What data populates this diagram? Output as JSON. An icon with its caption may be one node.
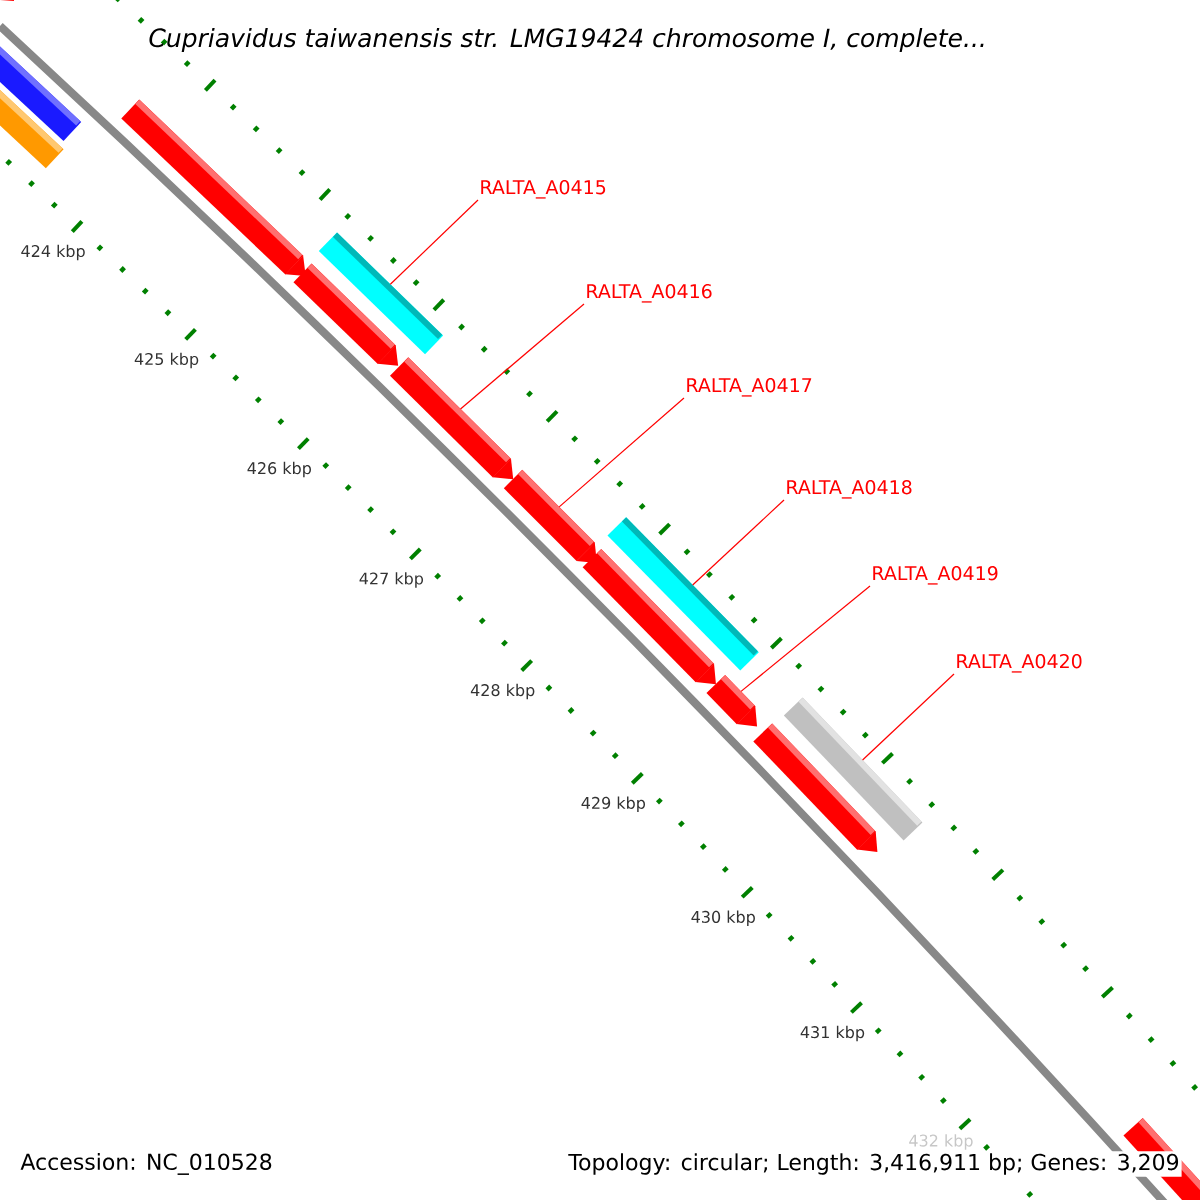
{
  "diagram": {
    "title": "Cupriavidus taiwanensis str. LMG19424 chromosome I, complete...",
    "nodes": [
      {
        "text": [
          "RALTA_A0415"
        ]
      },
      {
        "text": [
          "RALTA_A0416"
        ]
      },
      {
        "text": [
          "RALTA_A0417"
        ]
      },
      {
        "text": [
          "RALTA_A0418"
        ]
      },
      {
        "text": [
          "RALTA_A0419"
        ]
      },
      {
        "text": [
          "RALTA_A0420"
        ]
      },
      {
        "text": [],
        "shape": "arrow"
      },
      {
        "text": [],
        "shape": "bar"
      },
      {
        "text": [],
        "shape": "bar"
      },
      {
        "text": [],
        "shape": "arrow"
      },
      {
        "text": [],
        "shape": "arrow"
      },
      {
        "text": [],
        "shape": "bar"
      },
      {
        "text": [],
        "shape": "arrow"
      },
      {
        "text": [],
        "shape": "arrow"
      },
      {
        "text": [],
        "shape": "bar"
      },
      {
        "text": [],
        "shape": "arrow"
      },
      {
        "text": [],
        "shape": "arrow"
      },
      {
        "text": [],
        "shape": "bar"
      },
      {
        "text": [],
        "shape": "arrow"
      },
      {
        "text": [],
        "shape": "arrow"
      }
    ],
    "edges": [
      {
        "from": 0,
        "to": 11,
        "arrow": "none"
      },
      {
        "from": 1,
        "to": 12,
        "arrow": "none"
      },
      {
        "from": 2,
        "to": 13,
        "arrow": "none"
      },
      {
        "from": 3,
        "to": 14,
        "arrow": "none"
      },
      {
        "from": 4,
        "to": 16,
        "arrow": "none"
      },
      {
        "from": 5,
        "to": 17,
        "arrow": "none"
      }
    ],
    "labels": [
      "424 kbp",
      "425 kbp",
      "426 kbp",
      "427 kbp",
      "428 kbp",
      "429 kbp",
      "430 kbp",
      "431 kbp",
      "432 kbp",
      "Accession: NC_010528",
      "Topology: circular; Length: 3,416,911 bp; Genes: 3,209"
    ]
  }
}
